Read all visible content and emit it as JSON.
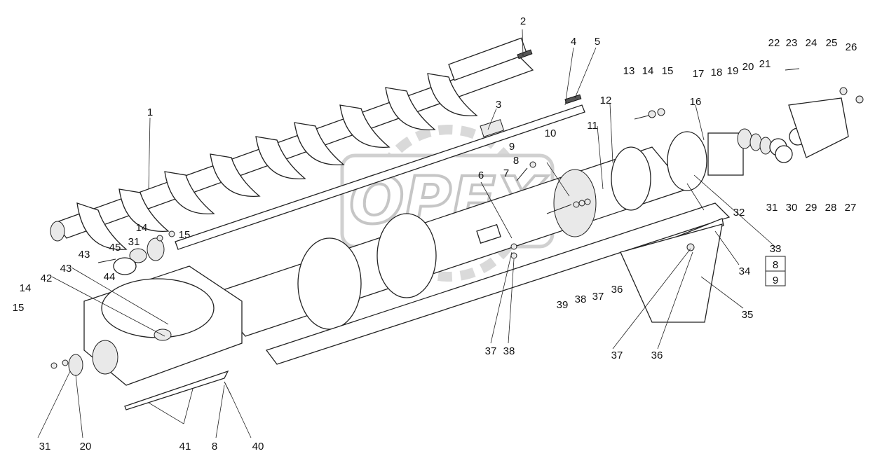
{
  "watermark": "OPEX",
  "callouts": [
    "1",
    "2",
    "3",
    "4",
    "5",
    "6",
    "7",
    "8",
    "9",
    "10",
    "11",
    "12",
    "13",
    "14",
    "15",
    "16",
    "17",
    "18",
    "19",
    "20",
    "21",
    "22",
    "23",
    "24",
    "25",
    "26",
    "27",
    "28",
    "29",
    "30",
    "31",
    "32",
    "33",
    "34",
    "35",
    "36",
    "37",
    "38",
    "39",
    "40",
    "41",
    "42",
    "43",
    "44",
    "45"
  ],
  "labels": [
    "2",
    "4",
    "5",
    "22",
    "23",
    "24",
    "25",
    "26",
    "13",
    "14",
    "15",
    "17",
    "18",
    "19",
    "20",
    "21",
    "1",
    "3",
    "16",
    "10",
    "11",
    "12",
    "9",
    "8",
    "7",
    "6",
    "14",
    "15",
    "31",
    "45",
    "43",
    "44",
    "43",
    "42",
    "14",
    "15",
    "32",
    "31",
    "30",
    "29",
    "28",
    "27",
    "33",
    "8",
    "9",
    "34",
    "39",
    "38",
    "37",
    "36",
    "35",
    "37",
    "38",
    "37",
    "36",
    "31",
    "20",
    "41",
    "8",
    "40"
  ]
}
